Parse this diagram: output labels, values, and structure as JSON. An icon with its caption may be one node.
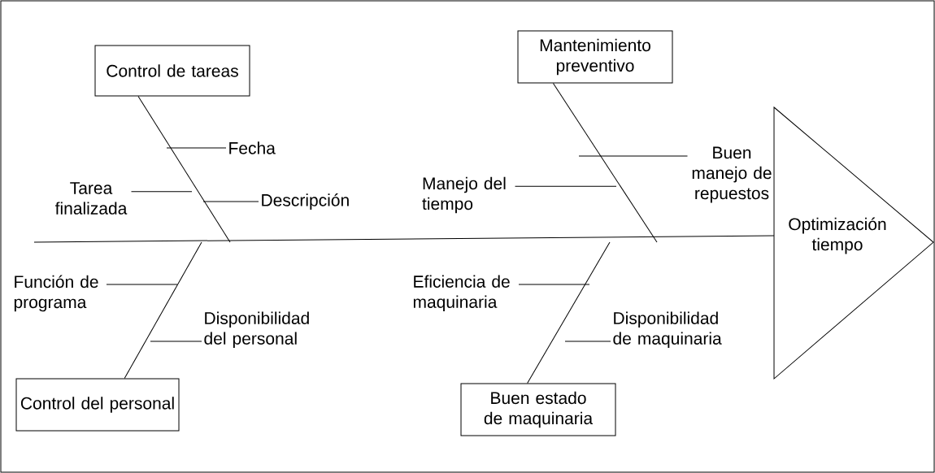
{
  "diagram": {
    "nodes": [
      {
        "text": [
          "Control de tareas"
        ]
      },
      {
        "text": [
          "Fecha"
        ]
      },
      {
        "text": [
          "Tarea finalizada"
        ]
      },
      {
        "text": [
          "Descripción"
        ]
      },
      {
        "text": [
          "Mantenimiento preventivo"
        ]
      },
      {
        "text": [
          "Buen manejo de repuestos"
        ]
      },
      {
        "text": [
          "Manejo del tiempo"
        ]
      },
      {
        "text": [
          "Optimización tiempo"
        ]
      },
      {
        "text": [
          "Función de programa"
        ]
      },
      {
        "text": [
          "Disponibilidad del personal"
        ]
      },
      {
        "text": [
          "Control del personal"
        ]
      },
      {
        "text": [
          "Eficiencia de maquinaria"
        ]
      },
      {
        "text": [
          "Disponibilidad de maquinaria"
        ]
      },
      {
        "text": [
          "Buen estado de maquinaria"
        ]
      }
    ],
    "edges": [
      {
        "from": null,
        "to": 7,
        "arrow": "none"
      },
      {
        "from": 0,
        "to": null,
        "arrow": "none"
      },
      {
        "from": 4,
        "to": null,
        "arrow": "none"
      },
      {
        "from": 10,
        "to": null,
        "arrow": "none"
      },
      {
        "from": 13,
        "to": null,
        "arrow": "none"
      },
      {
        "from": 1,
        "to": null,
        "arrow": "none"
      },
      {
        "from": 2,
        "to": null,
        "arrow": "none"
      },
      {
        "from": 3,
        "to": null,
        "arrow": "none"
      },
      {
        "from": 5,
        "to": null,
        "arrow": "none"
      },
      {
        "from": 6,
        "to": null,
        "arrow": "none"
      },
      {
        "from": 8,
        "to": null,
        "arrow": "none"
      },
      {
        "from": 9,
        "to": null,
        "arrow": "none"
      },
      {
        "from": 11,
        "to": null,
        "arrow": "none"
      },
      {
        "from": 12,
        "to": null,
        "arrow": "none"
      }
    ]
  }
}
